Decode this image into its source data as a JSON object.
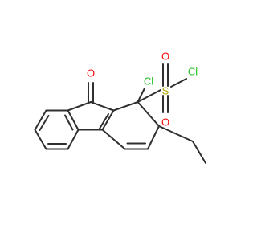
{
  "molecule": {
    "atoms": [
      {
        "id": "o1",
        "label": "O",
        "color": "#ff0d0d"
      },
      {
        "id": "cl1",
        "label": "Cl",
        "color": "#1fc01f"
      },
      {
        "id": "s1",
        "label": "S",
        "color": "#b2a200"
      },
      {
        "id": "cl2",
        "label": "Cl",
        "color": "#1fc01f"
      },
      {
        "id": "o2",
        "label": "O",
        "color": "#ff0d0d"
      },
      {
        "id": "o3",
        "label": "O",
        "color": "#ff0d0d"
      }
    ]
  }
}
